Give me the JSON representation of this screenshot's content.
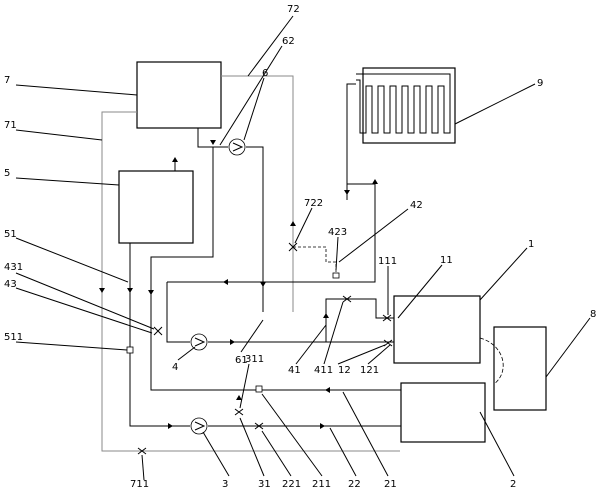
{
  "labels": {
    "l72": "72",
    "l62": "62",
    "l6": "6",
    "l7": "7",
    "l71": "71",
    "l5": "5",
    "l9": "9",
    "l42": "42",
    "l722": "722",
    "l423": "423",
    "l1": "1",
    "l111": "111",
    "l11": "11",
    "l51": "51",
    "l431": "431",
    "l43": "43",
    "l511": "511",
    "l8": "8",
    "l4": "4",
    "l61": "61",
    "l311": "311",
    "l41": "41",
    "l411": "411",
    "l12": "12",
    "l121": "121",
    "l21": "21",
    "l711": "711",
    "l3": "3",
    "l31": "31",
    "l221": "221",
    "l211": "211",
    "l22": "22",
    "l2": "2"
  }
}
